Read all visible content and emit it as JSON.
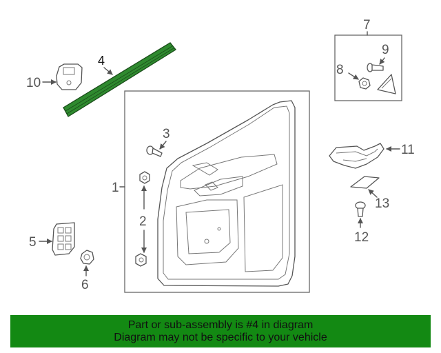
{
  "diagram": {
    "callouts": {
      "c1": "1",
      "c2": "2",
      "c3": "3",
      "c4": "4",
      "c5": "5",
      "c6": "6",
      "c7": "7",
      "c8": "8",
      "c9": "9",
      "c10": "10",
      "c11": "11",
      "c12": "12",
      "c13": "13"
    },
    "highlighted_part": "4",
    "highlight_color": "#2a8a2a"
  },
  "banner": {
    "line1": "Part or sub-assembly is #4 in diagram",
    "line2": "Diagram may not be specific to your vehicle",
    "background_color": "#138913"
  }
}
